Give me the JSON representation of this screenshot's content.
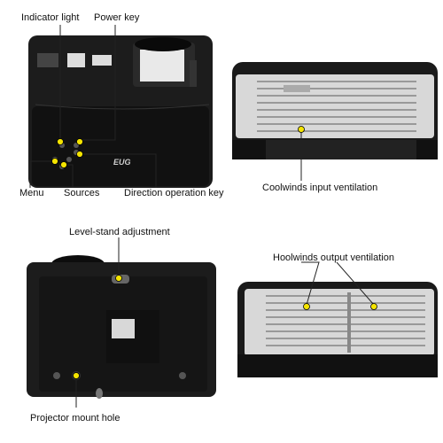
{
  "labels": {
    "indicator_light": "Indicator light",
    "power_key": "Power key",
    "menu": "Menu",
    "sources": "Sources",
    "direction_key": "Direction operation key",
    "coolwinds": "Coolwinds input ventilation",
    "level_stand": "Level-stand adjustment",
    "hoolwinds": "Hoolwinds output ventilation",
    "mount_hole": "Projector mount hole"
  },
  "brand": {
    "logo_text": "EUG"
  },
  "colors": {
    "marker": "#f5e400",
    "leader": "#222222",
    "body": "#1c1c1c",
    "grille": "#d8d8d8"
  }
}
